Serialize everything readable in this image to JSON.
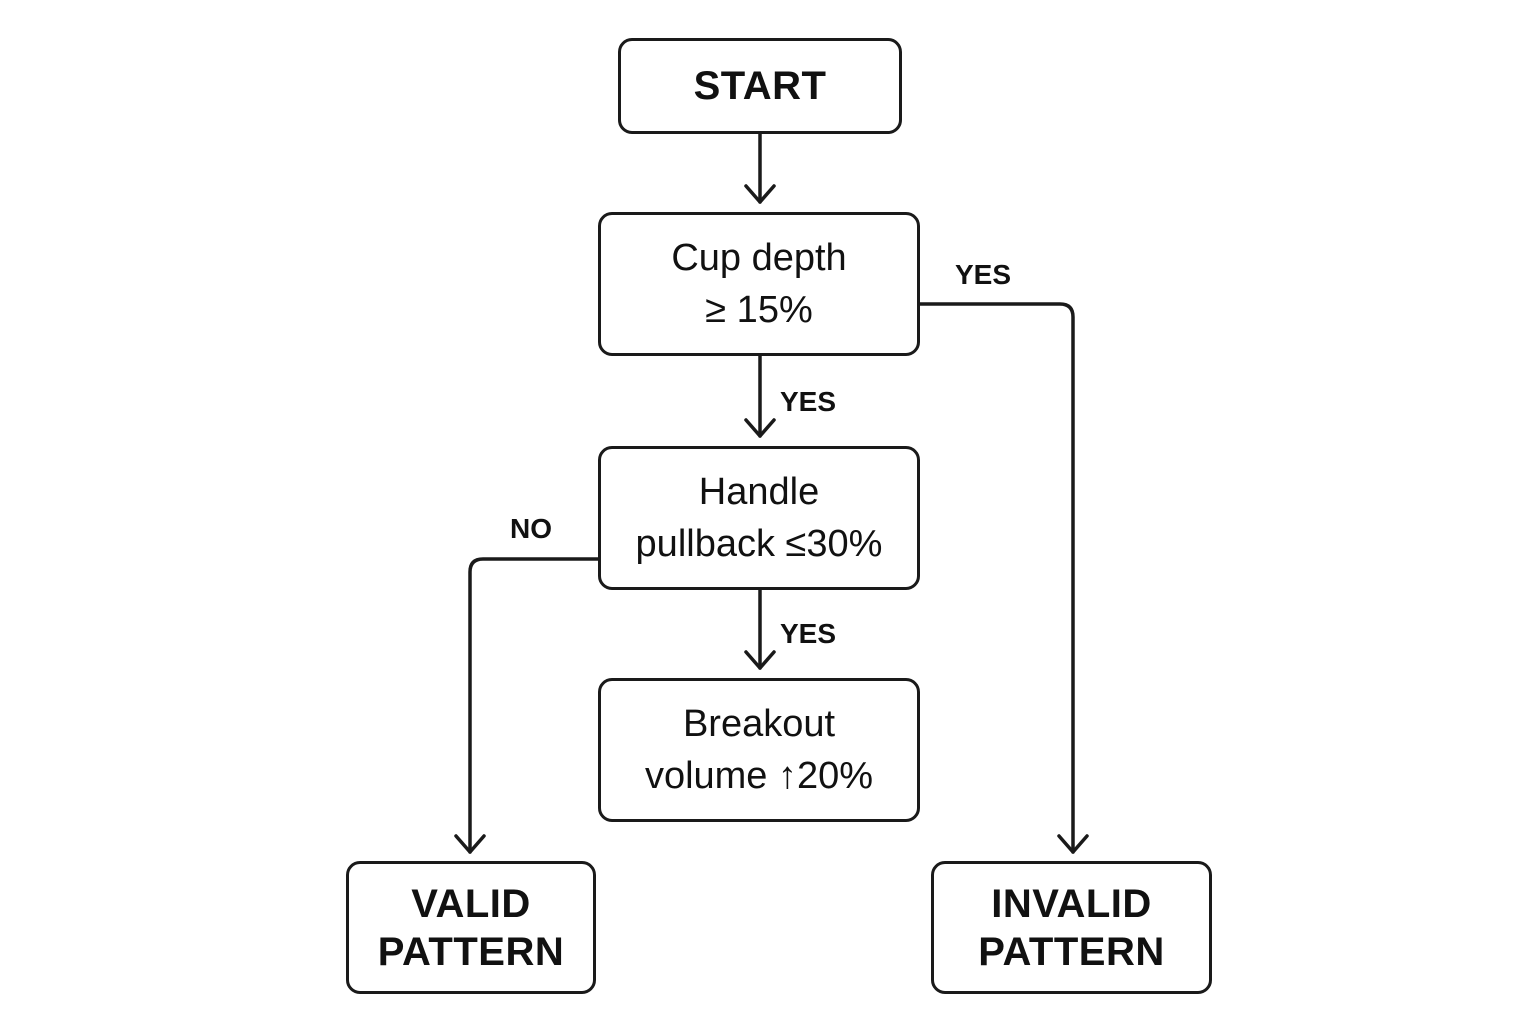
{
  "nodes": {
    "start": {
      "lines": [
        "START"
      ]
    },
    "cup_depth": {
      "lines": [
        "Cup depth",
        "≥ 15%"
      ]
    },
    "handle_pullback": {
      "lines": [
        "Handle",
        "pullback ≤30%"
      ]
    },
    "breakout_volume": {
      "lines": [
        "Breakout",
        "volume ↑20%"
      ]
    },
    "valid": {
      "lines": [
        "VALID",
        "PATTERN"
      ]
    },
    "invalid": {
      "lines": [
        "INVALID",
        "PATTERN"
      ]
    }
  },
  "edges": {
    "cup_to_invalid": "YES",
    "cup_to_handle": "YES",
    "handle_to_valid": "NO",
    "handle_to_breakout": "YES"
  },
  "colors": {
    "stroke": "#1a1a1a",
    "background": "#ffffff"
  }
}
